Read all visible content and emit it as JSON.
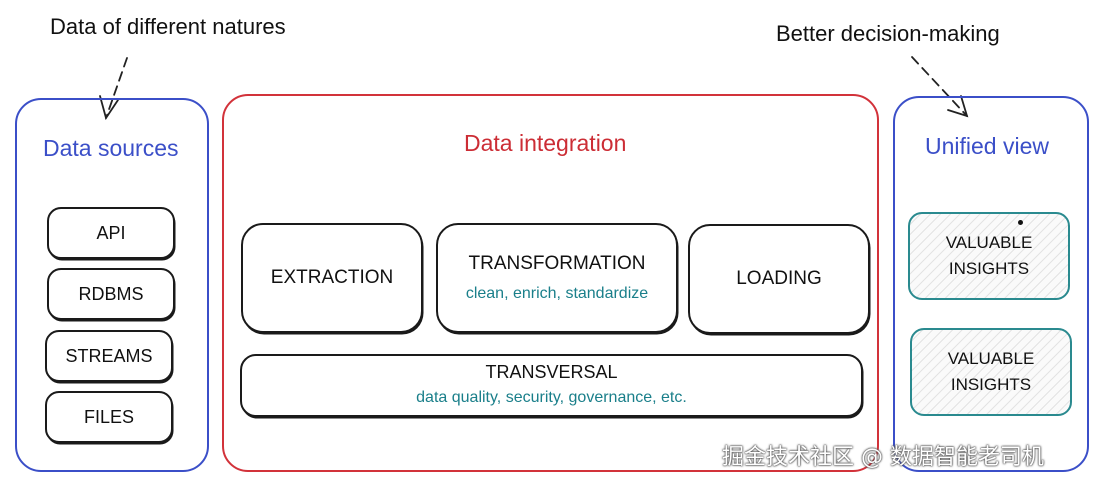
{
  "annotations": {
    "left": "Data of different natures",
    "right": "Better decision-making"
  },
  "sources": {
    "title": "Data sources",
    "items": [
      "API",
      "RDBMS",
      "STREAMS",
      "FILES"
    ]
  },
  "integration": {
    "title": "Data integration",
    "extraction": "EXTRACTION",
    "transformation": {
      "label": "TRANSFORMATION",
      "sub": "clean, enrich, standardize"
    },
    "loading": "LOADING",
    "transversal": {
      "label": "TRANSVERSAL",
      "sub": "data quality, security, governance, etc."
    }
  },
  "unified": {
    "title": "Unified view",
    "insights": [
      {
        "line1": "VALUABLE",
        "line2": "INSIGHTS"
      },
      {
        "line1": "VALUABLE",
        "line2": "INSIGHTS"
      }
    ]
  },
  "watermark": "掘金技术社区 @ 数据智能老司机",
  "colors": {
    "sources": "#3b4fc8",
    "integration": "#d2323a",
    "unified": "#3b4fc8",
    "accent_text": "#1a7f8a",
    "insight_border": "#2a8a8f"
  }
}
